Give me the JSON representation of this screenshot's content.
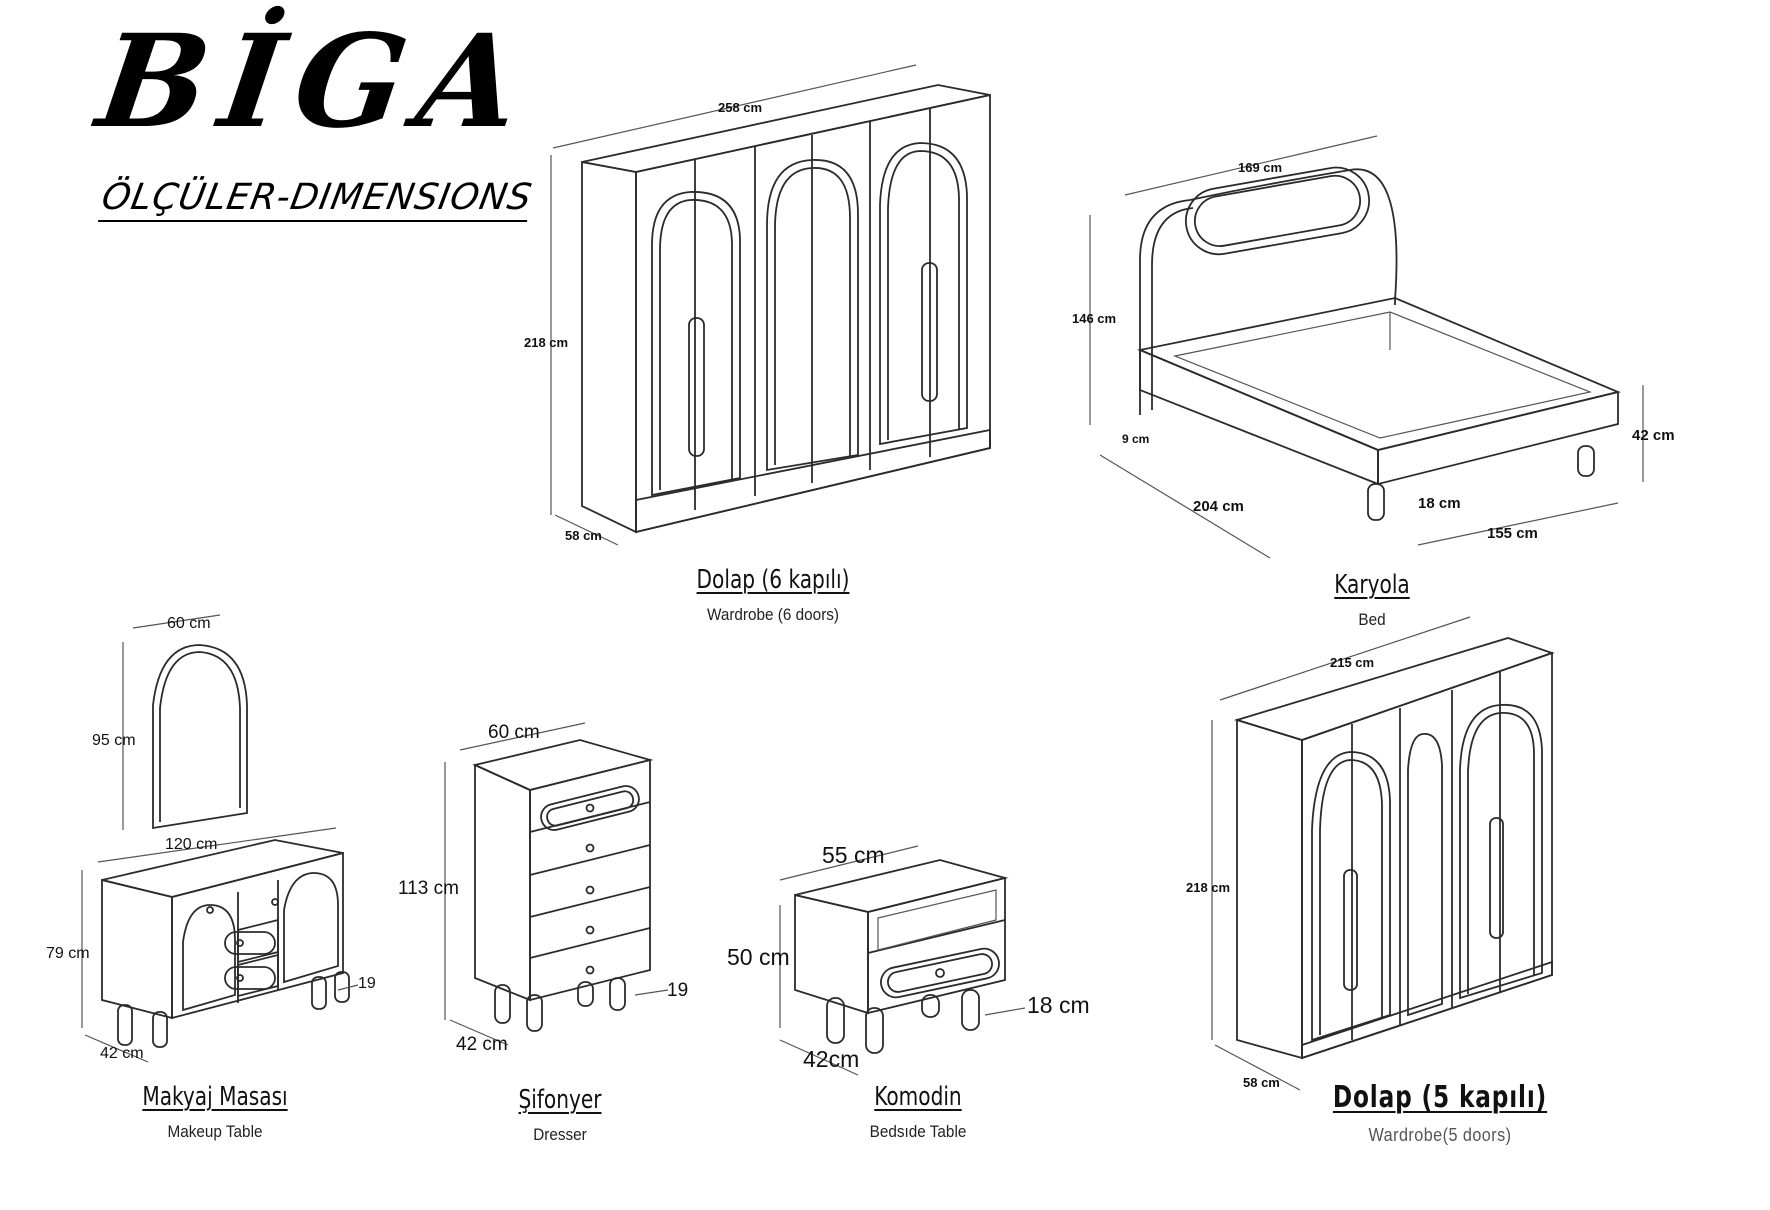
{
  "brand": {
    "title": "BİGA",
    "subtitle": "ÖLÇÜLER-DIMENSIONS"
  },
  "items": {
    "wardrobe6": {
      "name_tr": "Dolap (6 kapılı)",
      "name_en": "Wardrobe (6 doors)",
      "width": "258 cm",
      "height": "218 cm",
      "depth": "58 cm"
    },
    "bed": {
      "name_tr": "Karyola",
      "name_en": "Bed",
      "headboard_width": "169 cm",
      "headboard_height": "146 cm",
      "side_thickness": "9 cm",
      "length": "204 cm",
      "leg_height": "18 cm",
      "width": "155 cm",
      "frame_height": "42 cm"
    },
    "wardrobe5": {
      "name_tr": "Dolap (5 kapılı)",
      "name_en": "Wardrobe(5 doors)",
      "width": "215 cm",
      "height": "218 cm",
      "depth": "58 cm"
    },
    "makeup": {
      "name_tr": "Makyaj Masası",
      "name_en": "Makeup Table",
      "mirror_width": "60 cm",
      "mirror_height": "95 cm",
      "width": "120 cm",
      "height": "79 cm",
      "depth": "42 cm",
      "leg_height": "19"
    },
    "dresser": {
      "name_tr": "Şifonyer",
      "name_en": "Dresser",
      "width": "60 cm",
      "height": "113 cm",
      "depth": "42 cm",
      "leg_height": "19"
    },
    "nightstand": {
      "name_tr": "Komodin",
      "name_en": "Bedsıde Table",
      "width": "55 cm",
      "height": "50 cm",
      "depth": "42cm",
      "leg_height": "18 cm"
    }
  }
}
